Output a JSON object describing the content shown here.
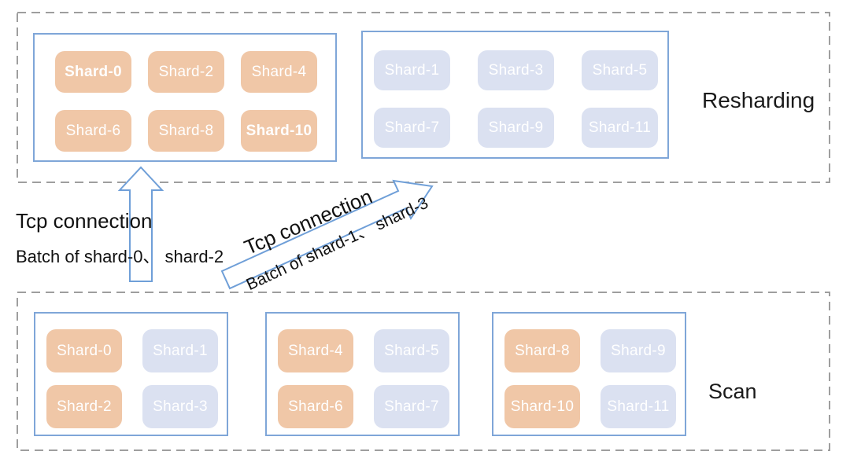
{
  "labels": {
    "resharding": "Resharding",
    "scan": "Scan"
  },
  "arrows": {
    "up": {
      "title": "Tcp connection",
      "subtitle": "Batch of shard-0、 shard-2"
    },
    "diagonal": {
      "title": "Tcp connection",
      "subtitle": "Batch of shard-1、 shard-3"
    }
  },
  "resharding": {
    "even_group": [
      {
        "label": "Shard-0",
        "tone": "orange",
        "bold": true
      },
      {
        "label": "Shard-2",
        "tone": "orange",
        "bold": false
      },
      {
        "label": "Shard-4",
        "tone": "orange",
        "bold": false
      },
      {
        "label": "Shard-6",
        "tone": "orange",
        "bold": false
      },
      {
        "label": "Shard-8",
        "tone": "orange",
        "bold": false
      },
      {
        "label": "Shard-10",
        "tone": "orange",
        "bold": true
      }
    ],
    "odd_group": [
      {
        "label": "Shard-1",
        "tone": "blue",
        "bold": false
      },
      {
        "label": "Shard-3",
        "tone": "blue",
        "bold": false
      },
      {
        "label": "Shard-5",
        "tone": "blue",
        "bold": false
      },
      {
        "label": "Shard-7",
        "tone": "blue",
        "bold": false
      },
      {
        "label": "Shard-9",
        "tone": "blue",
        "bold": false
      },
      {
        "label": "Shard-11",
        "tone": "blue",
        "bold": false
      }
    ]
  },
  "scan": {
    "group1": [
      {
        "label": "Shard-0",
        "tone": "orange",
        "bold": false
      },
      {
        "label": "Shard-1",
        "tone": "blue",
        "bold": false
      },
      {
        "label": "Shard-2",
        "tone": "orange",
        "bold": false
      },
      {
        "label": "Shard-3",
        "tone": "blue",
        "bold": false
      }
    ],
    "group2": [
      {
        "label": "Shard-4",
        "tone": "orange",
        "bold": false
      },
      {
        "label": "Shard-5",
        "tone": "blue",
        "bold": false
      },
      {
        "label": "Shard-6",
        "tone": "orange",
        "bold": false
      },
      {
        "label": "Shard-7",
        "tone": "blue",
        "bold": false
      }
    ],
    "group3": [
      {
        "label": "Shard-8",
        "tone": "orange",
        "bold": false
      },
      {
        "label": "Shard-9",
        "tone": "blue",
        "bold": false
      },
      {
        "label": "Shard-10",
        "tone": "orange",
        "bold": false
      },
      {
        "label": "Shard-11",
        "tone": "blue",
        "bold": false
      }
    ]
  },
  "colors": {
    "orange_tile": "#f0c7a7",
    "blue_tile": "#dbe1f1",
    "box_border": "#7fa6d8",
    "dash_border": "#9e9e9e",
    "arrow_stroke": "#6f9fd8",
    "arrow_fill": "#ffffff",
    "text": "#1a1a1a",
    "tile_text": "#ffffff"
  }
}
